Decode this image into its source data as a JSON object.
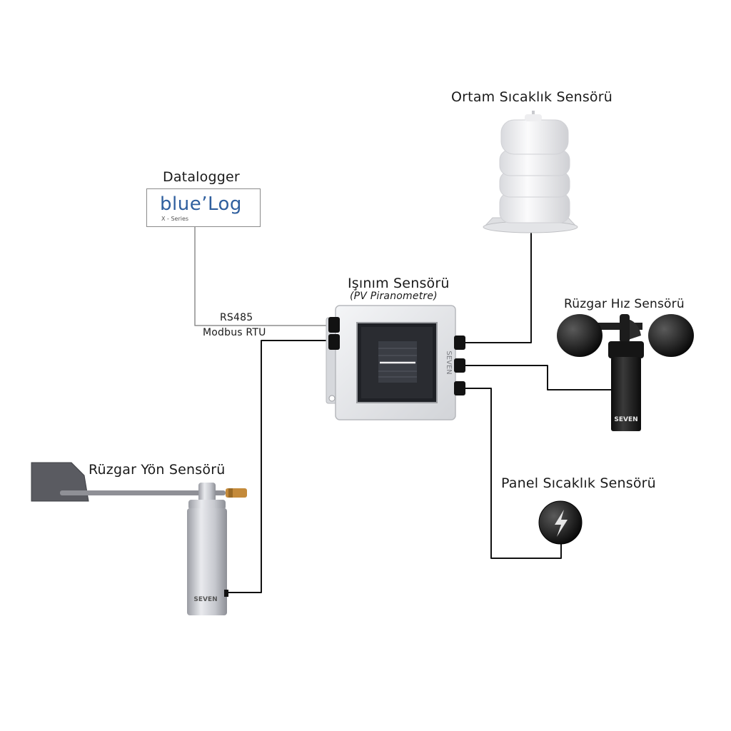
{
  "labels": {
    "datalogger": "Datalogger",
    "ambient_temp": "Ortam Sıcaklık Sensörü",
    "irradiance": "Işınım Sensörü",
    "irradiance_sub": "(PV Piranometre)",
    "wind_speed": "Rüzgar Hız Sensörü",
    "wind_direction": "Rüzgar Yön Sensörü",
    "panel_temp": "Panel Sıcaklık Sensörü",
    "rs485": "RS485",
    "modbus": "Modbus RTU"
  },
  "logo": {
    "main": "blue’Log",
    "sub": "X - Series"
  },
  "brand": {
    "device_mark": "SEVEN",
    "accent": "#2f5f9e"
  }
}
